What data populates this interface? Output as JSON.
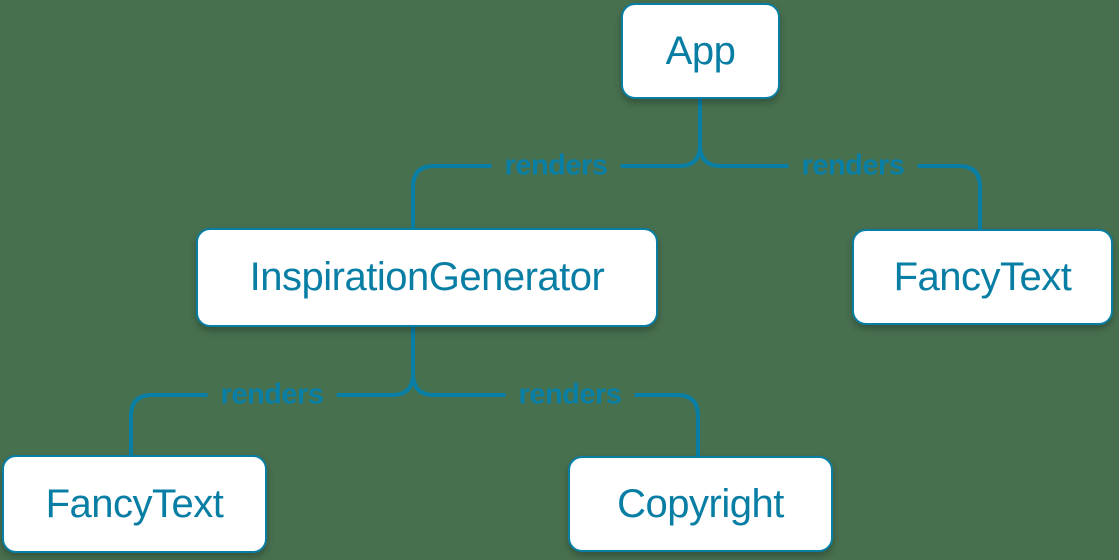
{
  "diagram": {
    "type": "component-render-tree",
    "colors": {
      "background": "#47704F",
      "accent": "#087EA4",
      "node_fill": "#FFFFFF"
    },
    "nodes": [
      {
        "id": "app",
        "label": "App"
      },
      {
        "id": "inspiration-generator",
        "label": "InspirationGenerator"
      },
      {
        "id": "fancy-text-right",
        "label": "FancyText"
      },
      {
        "id": "fancy-text-left",
        "label": "FancyText"
      },
      {
        "id": "copyright",
        "label": "Copyright"
      }
    ],
    "edges": [
      {
        "from": "app",
        "to": "inspiration-generator",
        "label": "renders"
      },
      {
        "from": "app",
        "to": "fancy-text-right",
        "label": "renders"
      },
      {
        "from": "inspiration-generator",
        "to": "fancy-text-left",
        "label": "renders"
      },
      {
        "from": "inspiration-generator",
        "to": "copyright",
        "label": "renders"
      }
    ]
  }
}
